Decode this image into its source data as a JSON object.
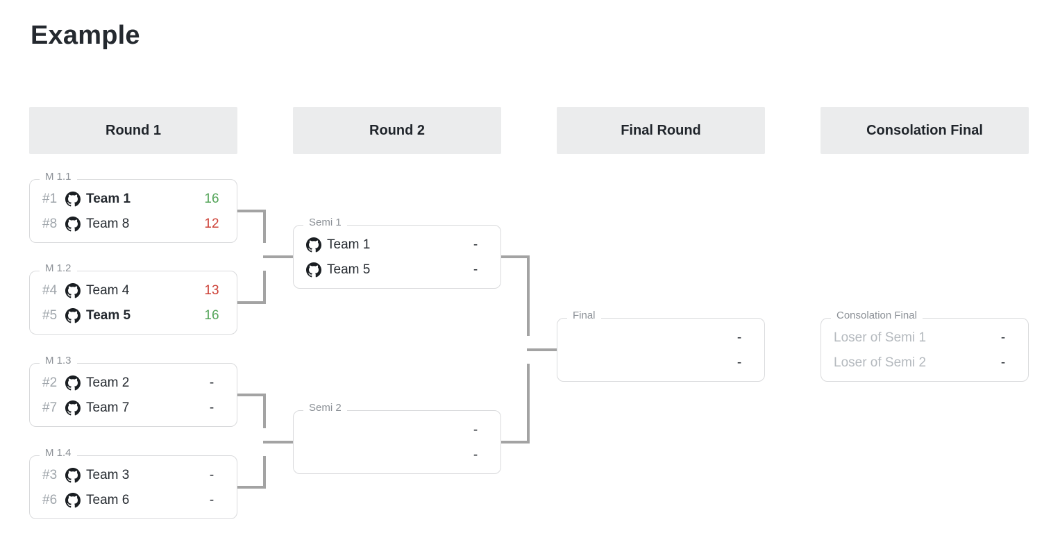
{
  "title": "Example",
  "colors": {
    "win_score": "#55a55a",
    "loss_score": "#cd4137",
    "connector": "#a3a3a3",
    "header_bg": "#ebeced",
    "border": "#d9dadc"
  },
  "rounds": [
    {
      "label": "Round 1"
    },
    {
      "label": "Round 2"
    },
    {
      "label": "Final Round"
    },
    {
      "label": "Consolation Final"
    }
  ],
  "icons": {
    "team_logo": "github-icon"
  },
  "matches": {
    "m11": {
      "label": "M 1.1",
      "rows": [
        {
          "seed": "#1",
          "name": "Team 1",
          "score": "16",
          "result": "win"
        },
        {
          "seed": "#8",
          "name": "Team 8",
          "score": "12",
          "result": "loss"
        }
      ]
    },
    "m12": {
      "label": "M 1.2",
      "rows": [
        {
          "seed": "#4",
          "name": "Team 4",
          "score": "13",
          "result": "loss"
        },
        {
          "seed": "#5",
          "name": "Team 5",
          "score": "16",
          "result": "win"
        }
      ]
    },
    "m13": {
      "label": "M 1.3",
      "rows": [
        {
          "seed": "#2",
          "name": "Team 2",
          "score": "-"
        },
        {
          "seed": "#7",
          "name": "Team 7",
          "score": "-"
        }
      ]
    },
    "m14": {
      "label": "M 1.4",
      "rows": [
        {
          "seed": "#3",
          "name": "Team 3",
          "score": "-"
        },
        {
          "seed": "#6",
          "name": "Team 6",
          "score": "-"
        }
      ]
    },
    "semi1": {
      "label": "Semi 1",
      "rows": [
        {
          "name": "Team 1",
          "score": "-"
        },
        {
          "name": "Team 5",
          "score": "-"
        }
      ]
    },
    "semi2": {
      "label": "Semi 2",
      "rows": [
        {
          "name": "",
          "score": "-"
        },
        {
          "name": "",
          "score": "-"
        }
      ]
    },
    "final": {
      "label": "Final",
      "rows": [
        {
          "name": "",
          "score": "-"
        },
        {
          "name": "",
          "score": "-"
        }
      ]
    },
    "consolation": {
      "label": "Consolation Final",
      "rows": [
        {
          "name": "Loser of Semi 1",
          "score": "-"
        },
        {
          "name": "Loser of Semi 2",
          "score": "-"
        }
      ]
    }
  }
}
